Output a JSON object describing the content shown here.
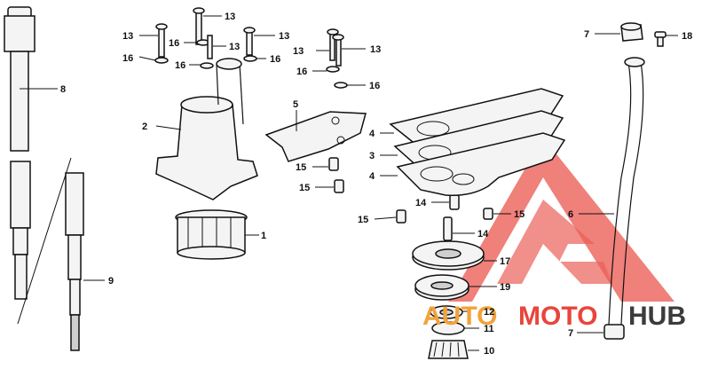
{
  "callouts": {
    "c1": "1",
    "c2": "2",
    "c3": "3",
    "c4a": "4",
    "c4b": "4",
    "c5": "5",
    "c6": "6",
    "c7a": "7",
    "c7b": "7",
    "c8": "8",
    "c9": "9",
    "c10": "10",
    "c11": "11",
    "c12": "12",
    "c13a": "13",
    "c13b": "13",
    "c13c": "13",
    "c13d": "13",
    "c13e": "13",
    "c13f": "13",
    "c14a": "14",
    "c14b": "14",
    "c15a": "15",
    "c15b": "15",
    "c15c": "15",
    "c15d": "15",
    "c16a": "16",
    "c16b": "16",
    "c16c": "16",
    "c16d": "16",
    "c16e": "16",
    "c17": "17",
    "c18": "18",
    "c19": "19"
  },
  "watermark": {
    "text_auto": "AUTO",
    "text_moto": "MOTO",
    "text_hub": "HUB",
    "color_primary": "#e8453c",
    "color_secondary": "#f2a23a",
    "color_dark": "#3b3b3b"
  }
}
